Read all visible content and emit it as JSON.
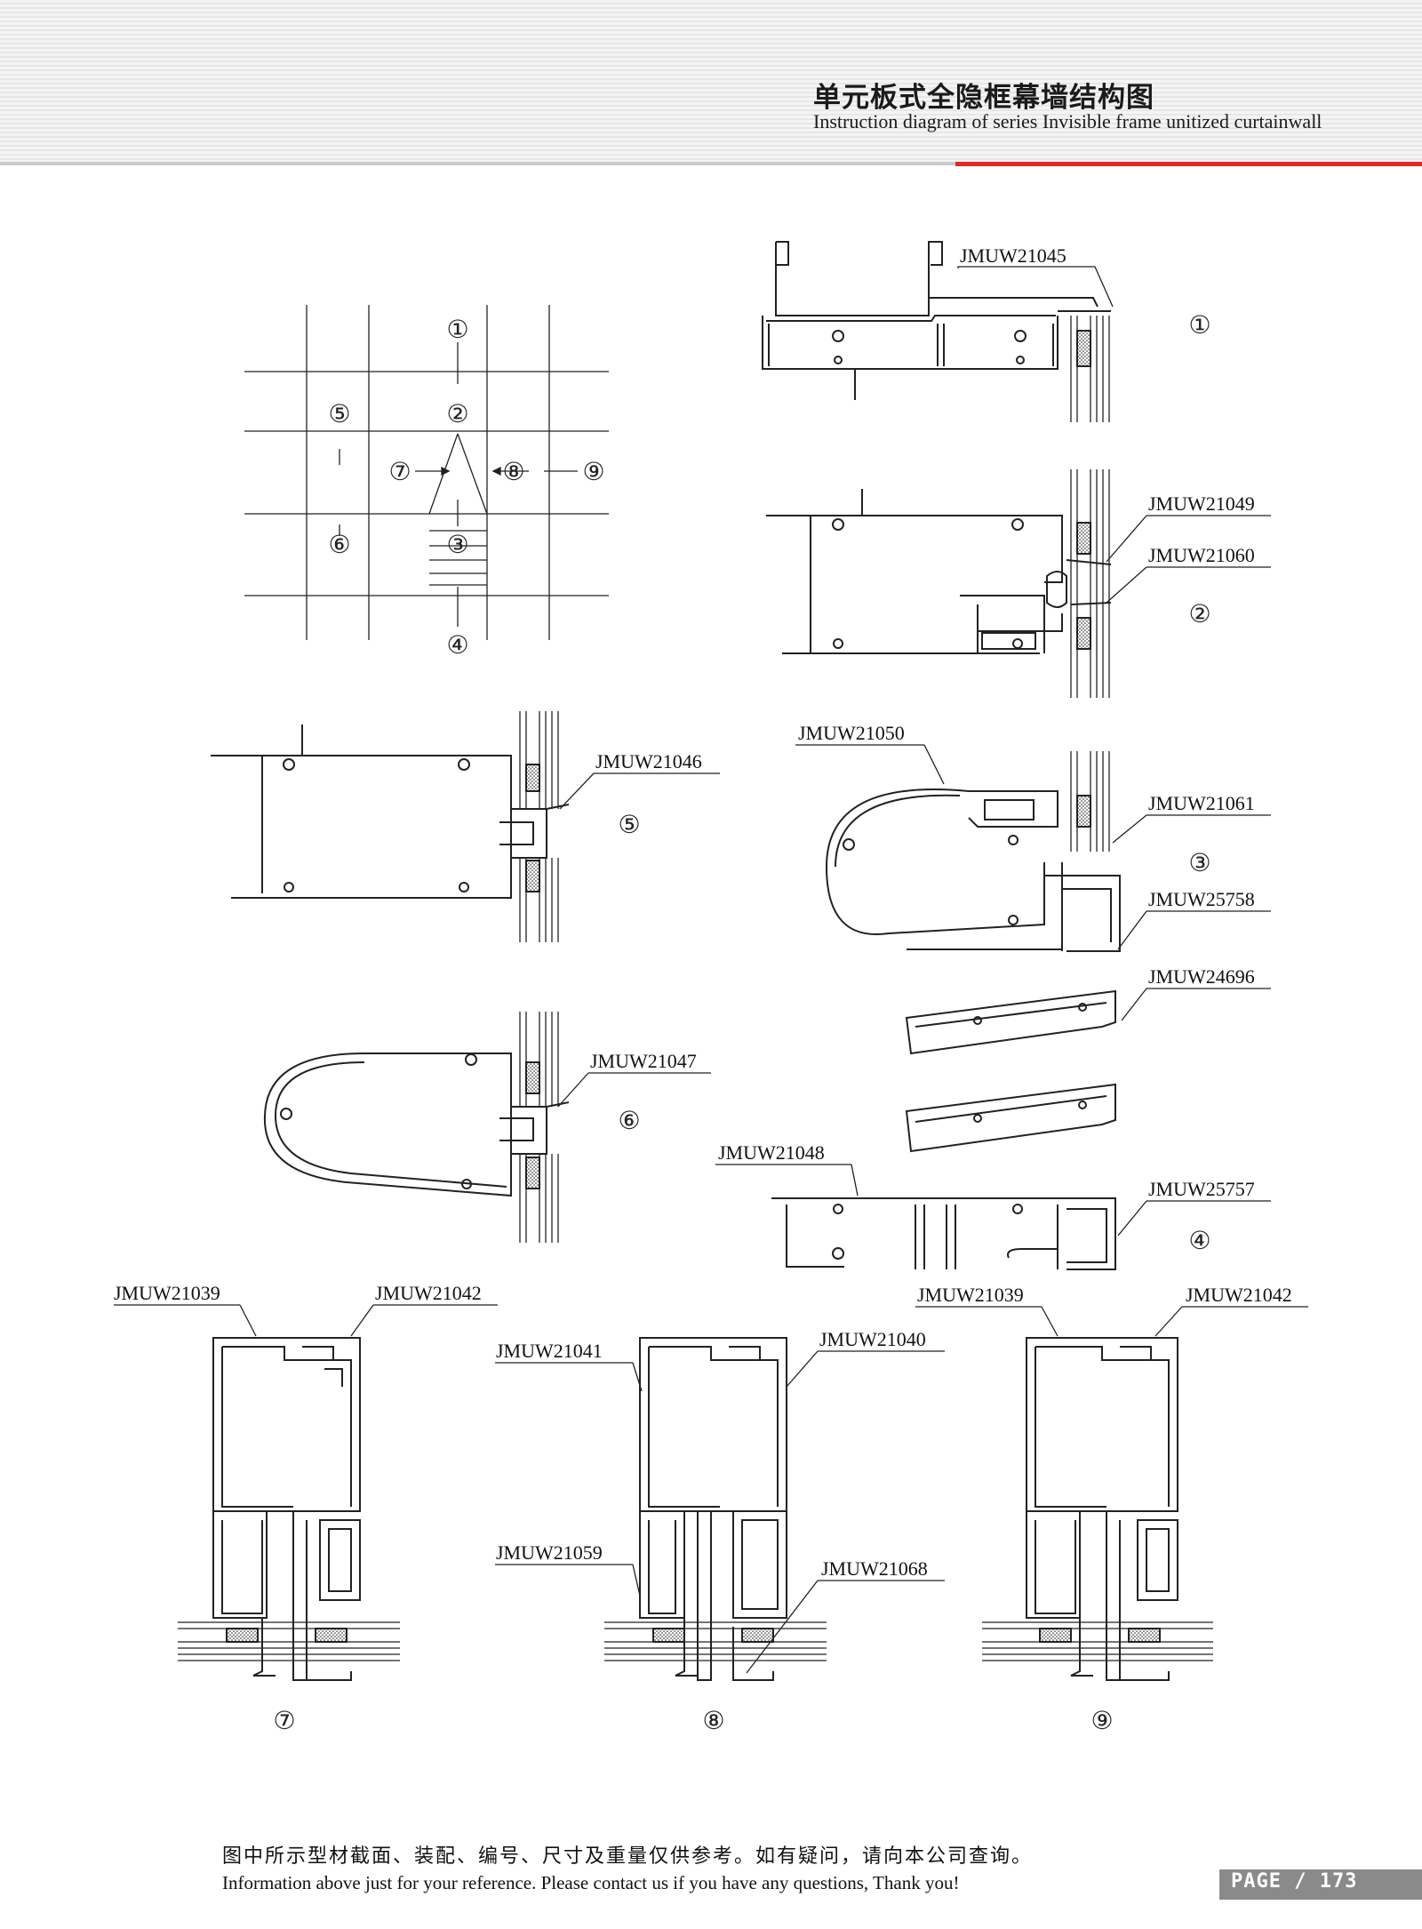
{
  "header": {
    "title_cn": "单元板式全隐框幕墙结构图",
    "title_en": "Instruction diagram of series Invisible frame unitized curtainwall"
  },
  "diagram": {
    "section_markers": [
      "①",
      "②",
      "③",
      "④",
      "⑤",
      "⑥",
      "⑦",
      "⑧",
      "⑨"
    ],
    "part_labels": {
      "s1": [
        "JMUW21045"
      ],
      "s2": [
        "JMUW21049",
        "JMUW21060"
      ],
      "s3": [
        "JMUW21050",
        "JMUW21061",
        "JMUW25758",
        "JMUW24696"
      ],
      "s4": [
        "JMUW21048",
        "JMUW25757"
      ],
      "s5": [
        "JMUW21046"
      ],
      "s6": [
        "JMUW21047"
      ],
      "s7": [
        "JMUW21039",
        "JMUW21042"
      ],
      "s8": [
        "JMUW21041",
        "JMUW21040",
        "JMUW21059",
        "JMUW21068"
      ],
      "s9": [
        "JMUW21039",
        "JMUW21042"
      ]
    }
  },
  "footer": {
    "note_cn": "图中所示型材截面、装配、编号、尺寸及重量仅供参考。如有疑问，请向本公司查询。",
    "note_en": "Information above just for your reference. Please contact us if you have any questions, Thank you!",
    "page": "PAGE / 173"
  }
}
